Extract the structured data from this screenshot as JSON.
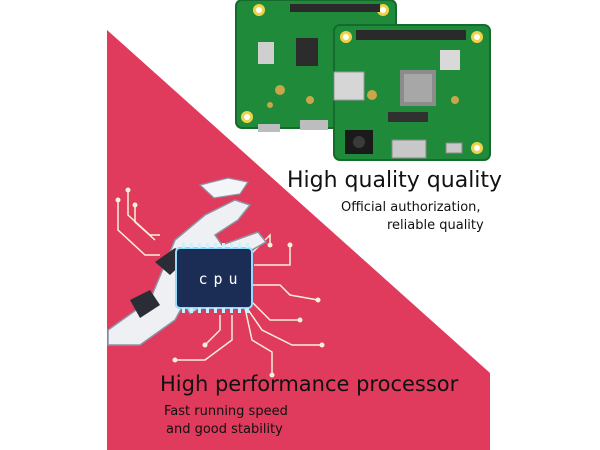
{
  "colors": {
    "band": "#e03a5c",
    "board": "#1f8a3a",
    "board_dark": "#146b2b",
    "circuit": "#f7f1d6",
    "chip": "#1b2d55"
  },
  "icons": {
    "board_top": "raspberry-pi-board-icon",
    "board_bottom": "raspberry-pi-board-icon",
    "robot_hand": "robot-hand-icon",
    "cpu_chip": "cpu-chip-icon"
  },
  "chip": {
    "label": "cpu"
  },
  "section_quality": {
    "heading": "High quality quality",
    "sub_line_1": "Official authorization,",
    "sub_line_2": "reliable quality"
  },
  "section_performance": {
    "heading": "High performance processor",
    "sub_line_1": "Fast running speed",
    "sub_line_2": "and good stability"
  }
}
